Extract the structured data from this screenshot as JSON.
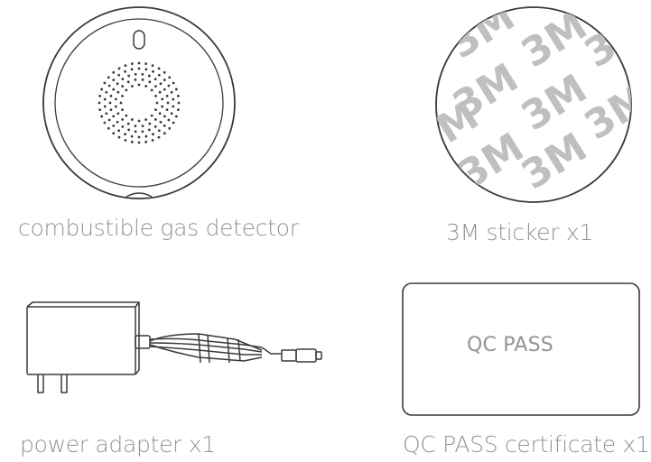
{
  "items": [
    {
      "id": "detector",
      "caption": "combustible gas detector",
      "icon": "gas-detector-icon"
    },
    {
      "id": "sticker",
      "caption": "3M sticker x1",
      "icon": "sticker-icon",
      "print_text": "3M"
    },
    {
      "id": "adapter",
      "caption": "power adapter x1",
      "icon": "power-adapter-icon"
    },
    {
      "id": "certificate",
      "caption": "QC PASS certificate x1",
      "icon": "certificate-card-icon",
      "card_text": "QC PASS"
    }
  ],
  "colors": {
    "line": "#3a3a3a",
    "caption_text": "#8e9597",
    "sticker_print": "#bfbfbf"
  }
}
